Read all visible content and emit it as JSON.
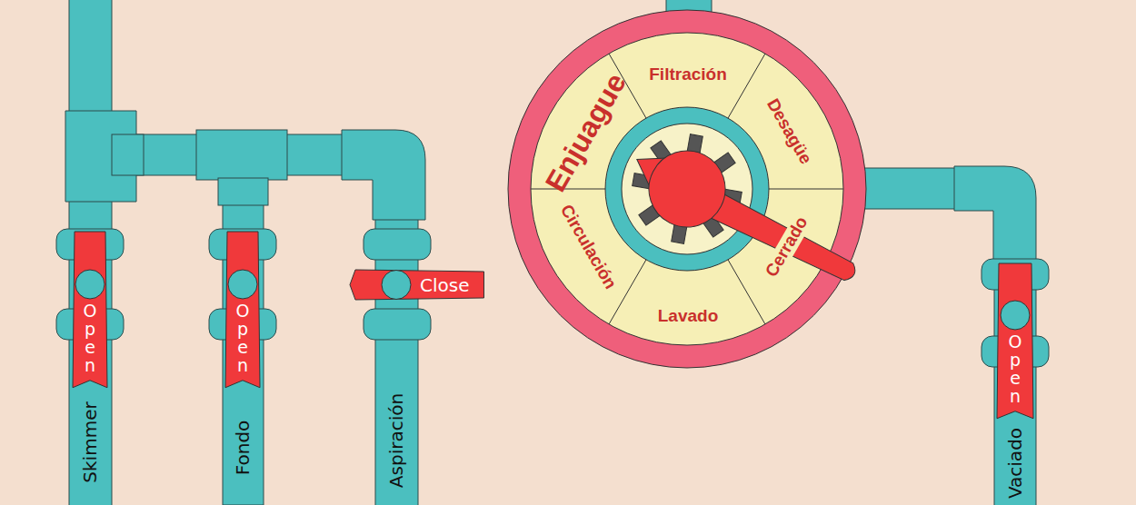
{
  "diagram": {
    "nodes": [
      {
        "text": [
          "Open"
        ]
      },
      {
        "text": [
          "Open"
        ]
      },
      {
        "text": [
          "Close"
        ]
      },
      {
        "text": [
          "Open"
        ]
      }
    ],
    "labels": [
      "Skimmer",
      "Fondo",
      "Aspiración",
      "Filtración",
      "Desagüe",
      "Cerrado",
      "Lavado",
      "Circulación",
      "Enjuague",
      "Vaciado"
    ]
  }
}
